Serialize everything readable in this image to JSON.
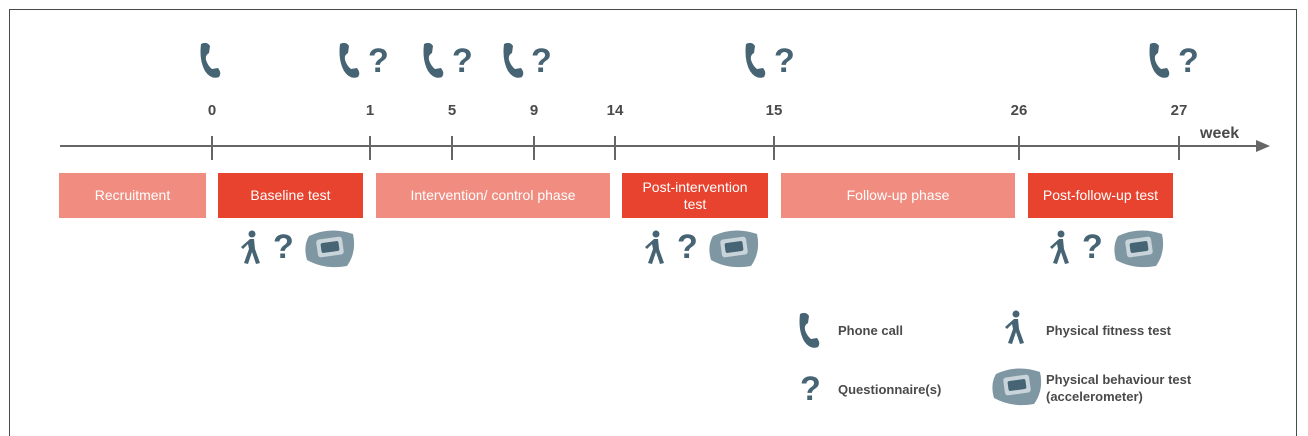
{
  "timeline": {
    "axis_unit": "week",
    "weeks": [
      "0",
      "1",
      "5",
      "9",
      "14",
      "15",
      "26",
      "27"
    ]
  },
  "phases": [
    {
      "label": "Recruitment",
      "style": "light"
    },
    {
      "label": "Baseline test",
      "style": "dark"
    },
    {
      "label": "Intervention/ control phase",
      "style": "light"
    },
    {
      "label": "Post-intervention test",
      "style": "dark"
    },
    {
      "label": "Follow-up phase",
      "style": "light"
    },
    {
      "label": "Post-follow-up test",
      "style": "dark"
    }
  ],
  "legend": {
    "phone_call": "Phone call",
    "questionnaire": "Questionnaire(s)",
    "fitness_test": "Physical fitness test",
    "behaviour_test": "Physical behaviour test (accelerometer)"
  },
  "colors": {
    "light_phase": "#f08d80",
    "dark_phase": "#e8432e",
    "icon": "#466473",
    "axis": "#666666"
  },
  "icons": {
    "question_glyph": "?"
  }
}
